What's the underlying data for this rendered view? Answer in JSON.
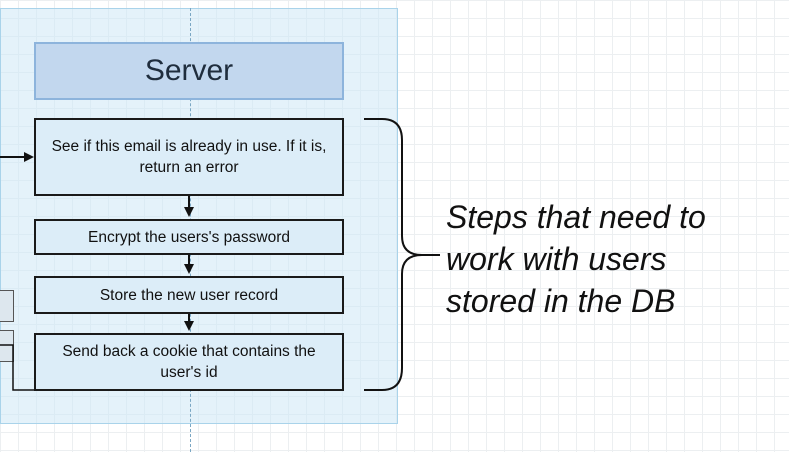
{
  "server": {
    "title": "Server"
  },
  "steps": [
    {
      "label": "See if this email is already in use. If it is, return an error"
    },
    {
      "label": "Encrypt the users's password"
    },
    {
      "label": "Store the new user record"
    },
    {
      "label": "Send back a cookie that contains the user's id"
    }
  ],
  "annotation": {
    "lines": [
      "Steps that need to",
      "work with users",
      "stored in the DB"
    ]
  }
}
